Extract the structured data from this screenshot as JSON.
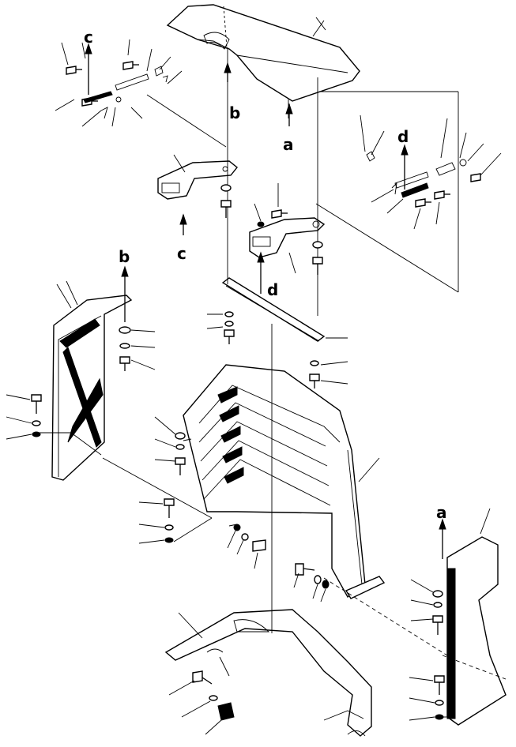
{
  "arrow_labels": {
    "a": "a",
    "b": "b",
    "c": "c",
    "d": "d"
  },
  "colors": {
    "line": "#000000",
    "background": "#ffffff"
  }
}
